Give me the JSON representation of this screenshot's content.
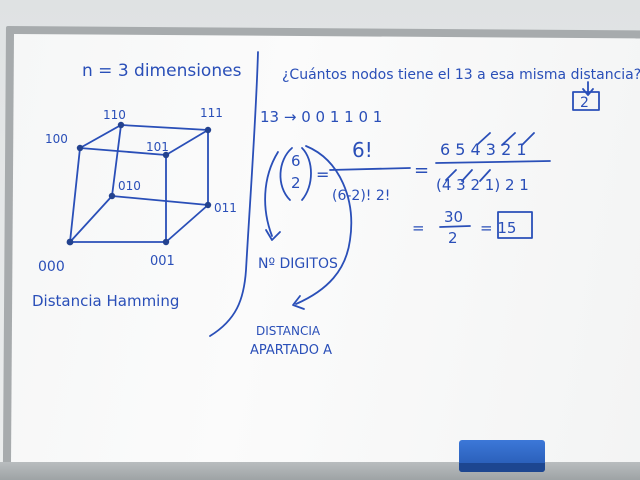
{
  "board": {
    "title_left": "n = 3 dimensiones",
    "question": "¿Cuántos nodos tiene el 13 a esa misma distancia?",
    "question_answer": "2",
    "cube": {
      "nodes": [
        "110",
        "111",
        "100",
        "101",
        "010",
        "011",
        "000",
        "001"
      ]
    },
    "hamming_label": "Distancia Hamming",
    "binary_line": "13 → 0 0 1 1 0 1",
    "binom_top": "6",
    "binom_bottom": "2",
    "eq_sign_1": "=",
    "fraction_num": "6!",
    "fraction_den": "(6-2)! 2!",
    "eq_sign_2": "=",
    "expanded_num": "6 5 4 3 2 1",
    "expanded_den": "(4 3 2 1) 2 1",
    "result_eq": "=",
    "result_num": "30",
    "result_den": "2",
    "result_final": "= 15",
    "digits_label": "Nº DIGITOS",
    "distance_label_1": "DISTANCIA",
    "distance_label_2": "APARTADO A"
  },
  "colors": {
    "ink": "#2a4fb8",
    "eraser": "#2f66c9",
    "board": "#f7f8f8",
    "frame": "#a7abad"
  }
}
